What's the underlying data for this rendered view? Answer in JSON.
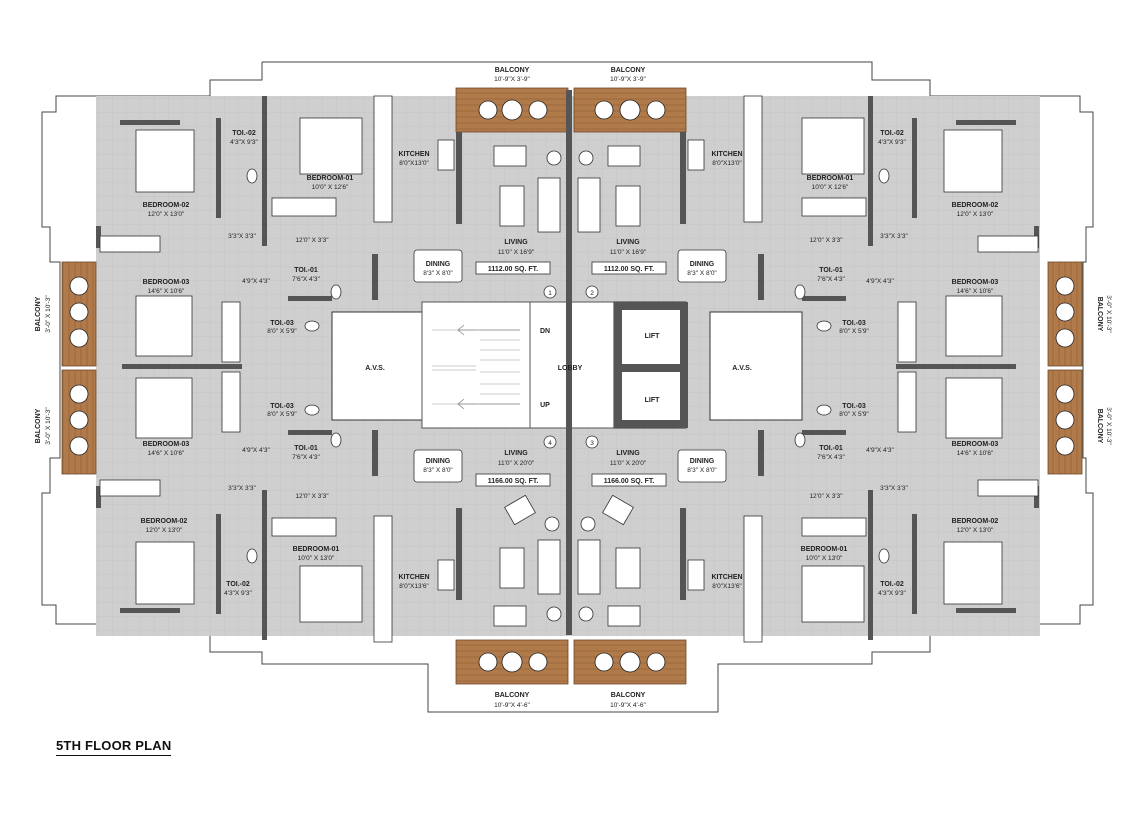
{
  "plan_title": "5TH  FLOOR PLAN",
  "core": {
    "lobby": "LOBBY",
    "lift_1": "LIFT",
    "lift_2": "LIFT",
    "avs_left": "A.V.S.",
    "avs_right": "A.V.S.",
    "stair_dn": "DN",
    "stair_up": "UP"
  },
  "flats": {
    "f1": {
      "number": "1",
      "area": "1112.00 SQ. FT.",
      "living": "LIVING",
      "living_size": "11'0\" X 16'9\"",
      "dining": "DINING",
      "dining_size": "8'3\" X 8'0\"",
      "kitchen": "KITCHEN",
      "kitchen_size": "8'0\"X13'0\"",
      "bed1": "BEDROOM-01",
      "bed1_size": "10'0\" X 12'6\"",
      "bed2": "BEDROOM-02",
      "bed2_size": "12'0\" X 13'0\"",
      "bed3": "BEDROOM-03",
      "bed3_size": "14'6\" X 10'6\"",
      "toi1": "TOI.-01",
      "toi1_size": "7'6\"X 4'3\"",
      "toi2": "TOI.-02",
      "toi2_size": "4'3\"X 9'3\"",
      "toi3": "TOI.-03",
      "toi3_size": "8'0\" X 5'9\"",
      "passage": "12'0\" X 3'3\"",
      "p1": "3'3\"X 3'3\"",
      "p2": "4'9\"X 4'3\""
    },
    "f2": {
      "number": "2",
      "area": "1112.00 SQ. FT.",
      "living": "LIVING",
      "living_size": "11'0\" X 16'9\"",
      "dining": "DINING",
      "dining_size": "8'3\" X 8'0\"",
      "kitchen": "KITCHEN",
      "kitchen_size": "8'0\"X13'0\"",
      "bed1": "BEDROOM-01",
      "bed1_size": "10'0\" X 12'6\"",
      "bed2": "BEDROOM-02",
      "bed2_size": "12'0\" X 13'0\"",
      "bed3": "BEDROOM-03",
      "bed3_size": "14'6\" X 10'6\"",
      "toi1": "TOI.-01",
      "toi1_size": "7'6\"X 4'3\"",
      "toi2": "TOI.-02",
      "toi2_size": "4'3\"X 9'3\"",
      "toi3": "TOI.-03",
      "toi3_size": "8'0\" X 5'9\"",
      "passage": "12'0\" X 3'3\"",
      "p1": "3'3\"X 3'3\"",
      "p2": "4'9\"X 4'3\""
    },
    "f3": {
      "number": "3",
      "area": "1166.00 SQ. FT.",
      "living": "LIVING",
      "living_size": "11'0\" X 20'0\"",
      "dining": "DINING",
      "dining_size": "8'3\" X 8'0\"",
      "kitchen": "KITCHEN",
      "kitchen_size": "8'0\"X13'6\"",
      "bed1": "BEDROOM-01",
      "bed1_size": "10'0\" X 13'0\"",
      "bed2": "BEDROOM-02",
      "bed2_size": "12'0\" X 13'0\"",
      "bed3": "BEDROOM-03",
      "bed3_size": "14'6\" X 10'6\"",
      "toi1": "TOI.-01",
      "toi1_size": "7'6\"X 4'3\"",
      "toi2": "TOI.-02",
      "toi2_size": "4'3\"X 9'3\"",
      "toi3": "TOI.-03",
      "toi3_size": "8'0\" X 5'9\"",
      "passage": "12'0\" X 3'3\"",
      "p1": "3'3\"X 3'3\"",
      "p2": "4'9\"X 4'3\""
    },
    "f4": {
      "number": "4",
      "area": "1166.00 SQ. FT.",
      "living": "LIVING",
      "living_size": "11'0\" X 20'0\"",
      "dining": "DINING",
      "dining_size": "8'3\" X 8'0\"",
      "kitchen": "KITCHEN",
      "kitchen_size": "8'0\"X13'6\"",
      "bed1": "BEDROOM-01",
      "bed1_size": "10'0\" X 13'0\"",
      "bed2": "BEDROOM-02",
      "bed2_size": "12'0\" X 13'0\"",
      "bed3": "BEDROOM-03",
      "bed3_size": "14'6\" X 10'6\"",
      "toi1": "TOI.-01",
      "toi1_size": "7'6\"X 4'3\"",
      "toi2": "TOI.-02",
      "toi2_size": "4'3\"X 9'3\"",
      "toi3": "TOI.-03",
      "toi3_size": "8'0\" X 5'9\"",
      "passage": "12'0\" X 3'3\"",
      "p1": "3'3\"X 3'3\"",
      "p2": "4'9\"X 4'3\""
    }
  },
  "balconies": {
    "top_left": {
      "label": "BALCONY",
      "size": "10'-9\"X 3'-9\""
    },
    "top_right": {
      "label": "BALCONY",
      "size": "10'-9\"X 3'-9\""
    },
    "bottom_left": {
      "label": "BALCONY",
      "size": "10'-9\"X 4'-6\""
    },
    "bottom_right": {
      "label": "BALCONY",
      "size": "10'-9\"X 4'-6\""
    },
    "left_upper": {
      "label": "BALCONY",
      "size": "3'-0\" X 10'-3\""
    },
    "left_lower": {
      "label": "BALCONY",
      "size": "3'-0\" X 10'-3\""
    },
    "right_upper": {
      "label": "BALCONY",
      "size": "3'-0\" X 10'-3\""
    },
    "right_lower": {
      "label": "BALCONY",
      "size": "3'-0\" X 10'-3\""
    }
  },
  "colors": {
    "floor_tile": "#cfcfcf",
    "wall": "#555555",
    "wood_deck": "#b07a4a",
    "core_white": "#ffffff",
    "outline": "#444444"
  }
}
